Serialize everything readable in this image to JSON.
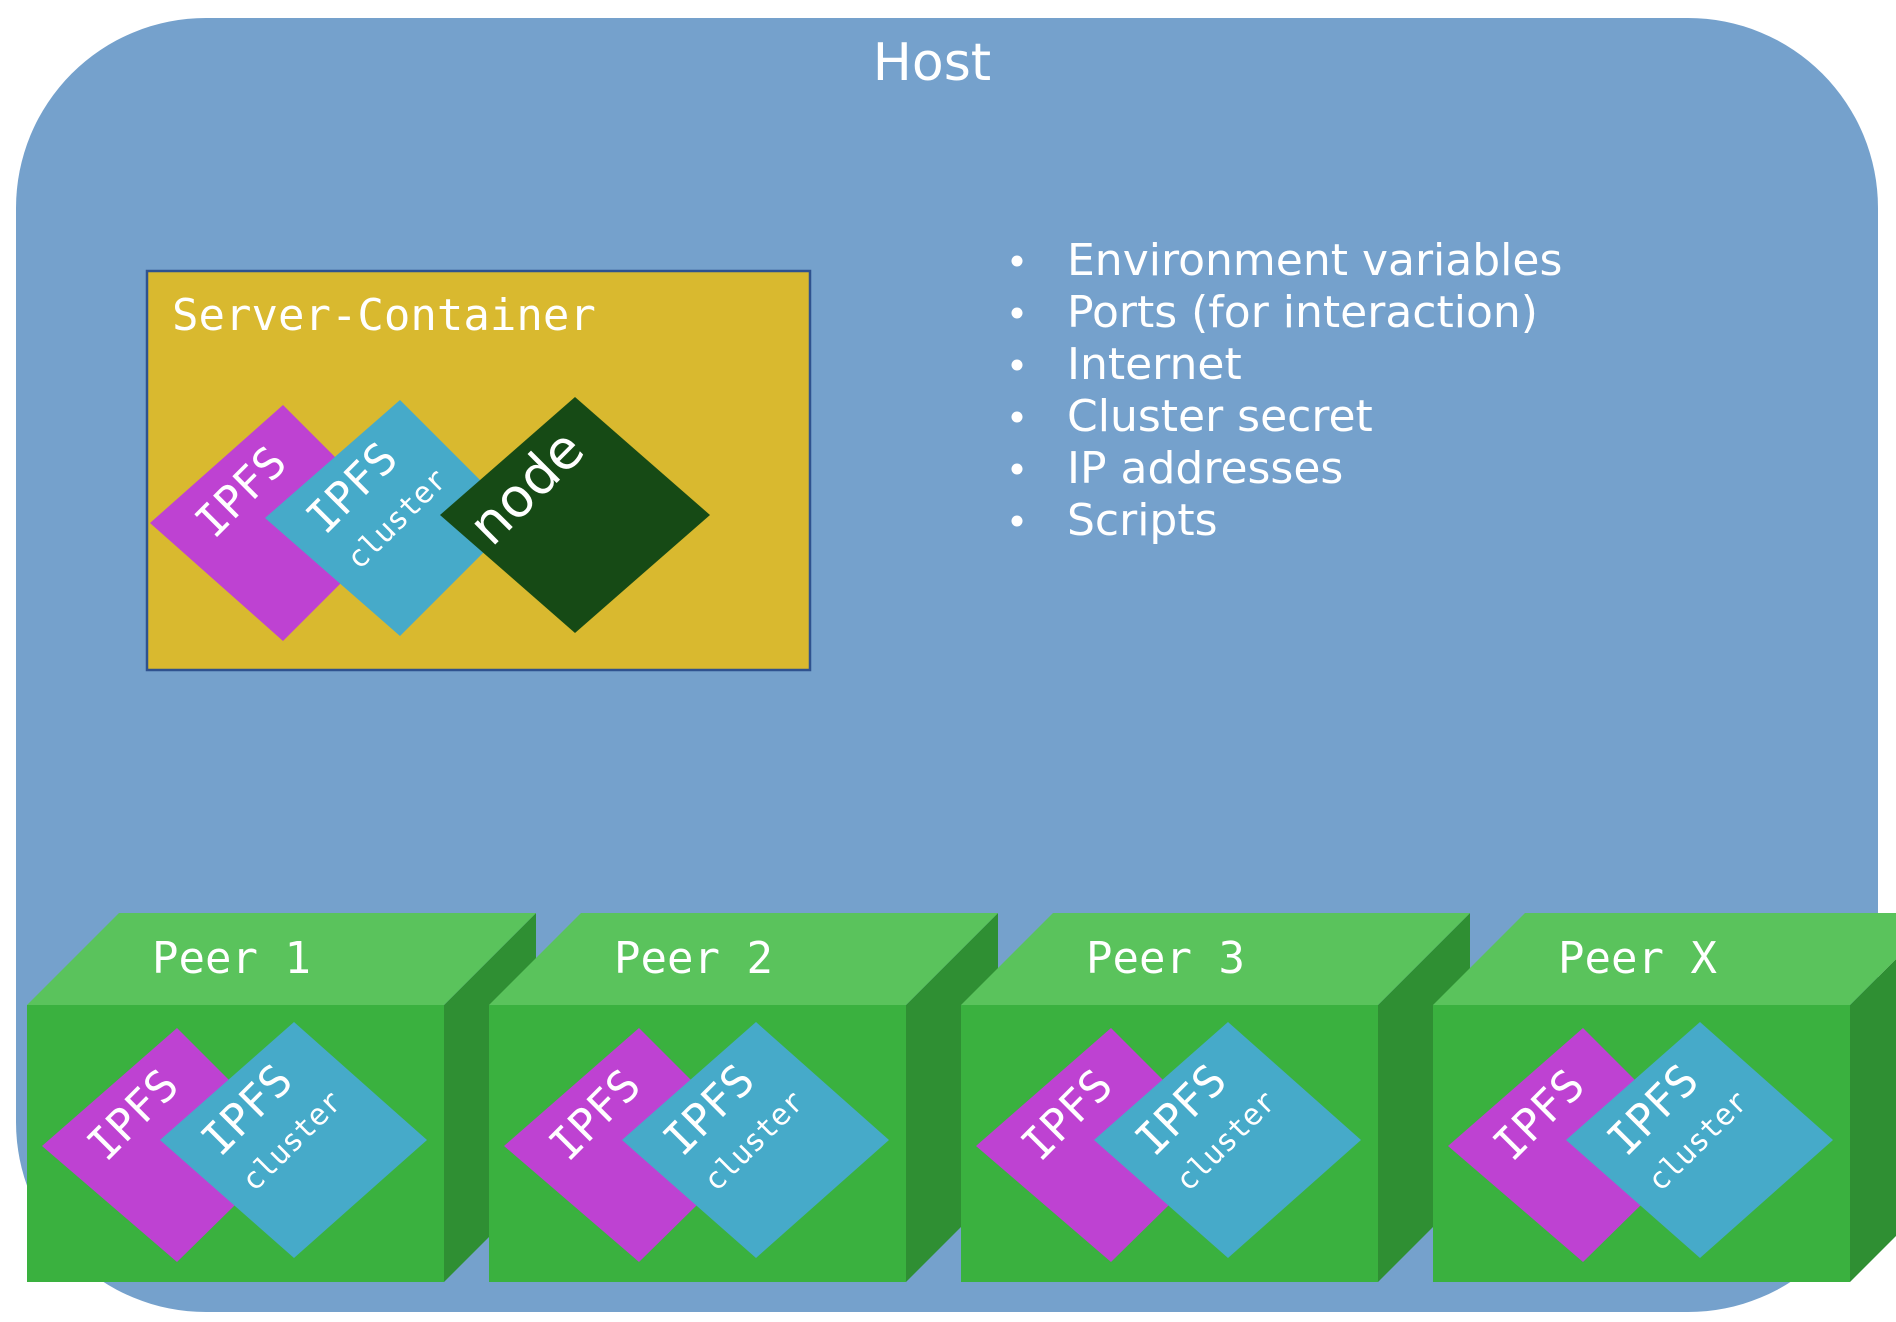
{
  "host": {
    "title": "Host",
    "color": "#75A1CC"
  },
  "server": {
    "title": "Server-Container",
    "color": "#D9B92F",
    "border_color": "#2F528F",
    "ipfs_label": "IPFS",
    "cluster_label_top": "IPFS",
    "cluster_label_bottom": "cluster",
    "node_label": "node"
  },
  "colors": {
    "ipfs": "#BE42D2",
    "cluster": "#46AAC9",
    "node": "#164A15",
    "peer_front": "#3AB13F",
    "peer_top": "#5AC35C",
    "peer_side": "#2F8F33",
    "text": "#FFFFFF"
  },
  "bullets": [
    "Environment variables",
    "Ports (for interaction)",
    "Internet",
    "Cluster secret",
    "IP addresses",
    "Scripts"
  ],
  "peers": [
    {
      "title": "Peer 1",
      "ipfs_label": "IPFS",
      "cluster_label_top": "IPFS",
      "cluster_label_bottom": "cluster"
    },
    {
      "title": "Peer 2",
      "ipfs_label": "IPFS",
      "cluster_label_top": "IPFS",
      "cluster_label_bottom": "cluster"
    },
    {
      "title": "Peer 3",
      "ipfs_label": "IPFS",
      "cluster_label_top": "IPFS",
      "cluster_label_bottom": "cluster"
    },
    {
      "title": "Peer X",
      "ipfs_label": "IPFS",
      "cluster_label_top": "IPFS",
      "cluster_label_bottom": "cluster"
    }
  ]
}
